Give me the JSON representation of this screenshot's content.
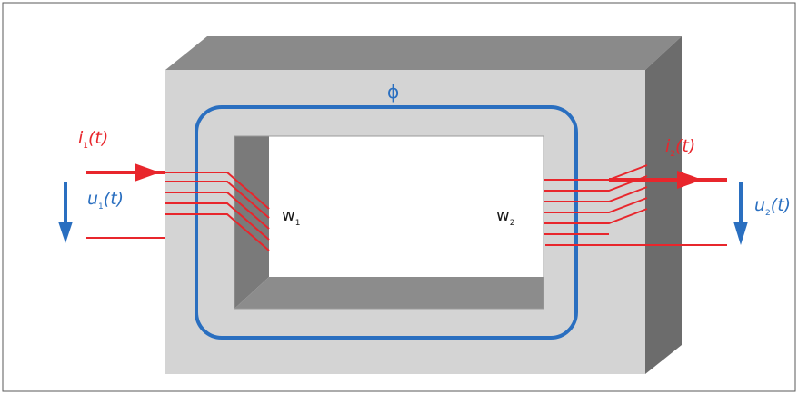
{
  "labels": {
    "flux": "ϕ",
    "i1": {
      "base": "i",
      "sub": "1",
      "tail": "(t)"
    },
    "u1": {
      "base": "u",
      "sub": "1",
      "tail": "(t)"
    },
    "i2": {
      "base": "i",
      "sub": "2",
      "tail": "(t)"
    },
    "u2": {
      "base": "u",
      "sub": "2",
      "tail": "(t)"
    },
    "w1": {
      "base": "w",
      "sub": "1"
    },
    "w2": {
      "base": "w",
      "sub": "2"
    }
  },
  "colors": {
    "core_front": "#d4d4d4",
    "core_side": "#6c6c6c",
    "core_top": "#8a8a8a",
    "window": "#ffffff",
    "window_inner": "#7a7a7a",
    "flux_path": "#2a6fc0",
    "current": "#e8262c",
    "voltage": "#2a6fc0",
    "text": "#1a1a1a",
    "frame": "#5a5a5a"
  }
}
